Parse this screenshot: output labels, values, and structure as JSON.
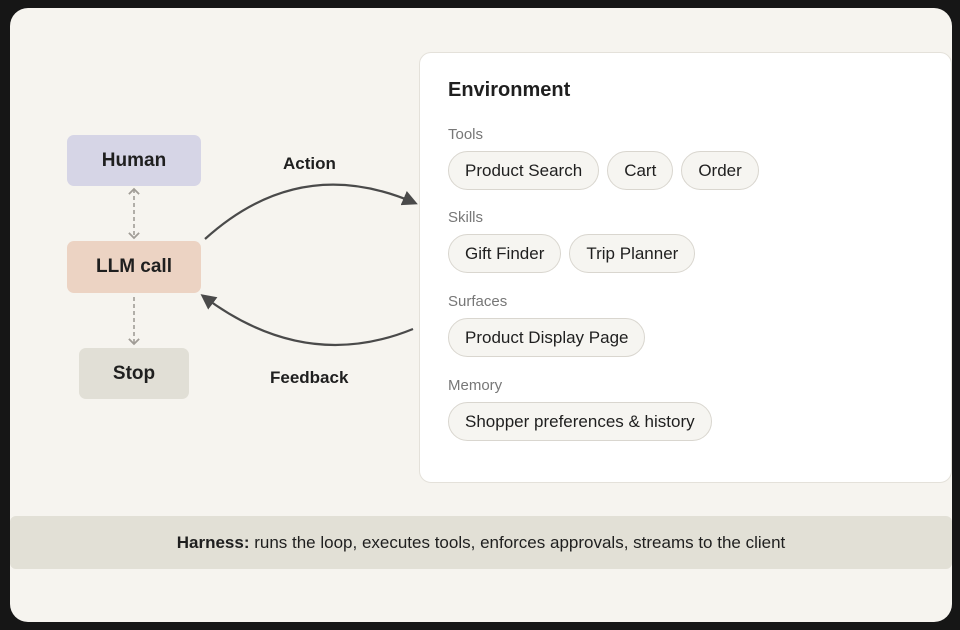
{
  "loop": {
    "human": "Human",
    "llm_call": "LLM call",
    "stop": "Stop",
    "action": "Action",
    "feedback": "Feedback"
  },
  "environment": {
    "title": "Environment",
    "sections": [
      {
        "label": "Tools",
        "chips": [
          "Product Search",
          "Cart",
          "Order"
        ]
      },
      {
        "label": "Skills",
        "chips": [
          "Gift Finder",
          "Trip Planner"
        ]
      },
      {
        "label": "Surfaces",
        "chips": [
          "Product Display Page"
        ]
      },
      {
        "label": "Memory",
        "chips": [
          "Shopper preferences & history"
        ]
      }
    ]
  },
  "harness": {
    "label": "Harness:",
    "description": " runs the loop, executes tools, enforces approvals, streams to the client"
  },
  "colors": {
    "canvas": "#f6f4ef",
    "human": "#d6d5e6",
    "llm_call": "#ecd3c3",
    "stop": "#e1dfd6",
    "harness": "#e2e0d6",
    "arrow": "#4a4a4a",
    "dashed": "#a09c96"
  }
}
